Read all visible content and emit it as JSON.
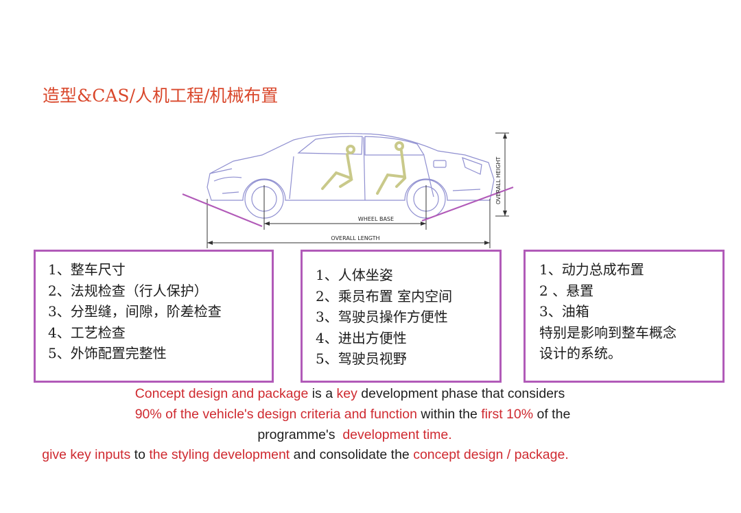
{
  "title": "造型&CAS/人机工程/机械布置",
  "diagram": {
    "labels": {
      "wheel_base": "WHEEL BASE",
      "overall_length": "OVERALL LENGTH",
      "overall_height": "OVERALL HEIGHT"
    },
    "colors": {
      "outline": "#8f8fd0",
      "dimension": "#333333",
      "accent": "#b15ab8",
      "mannequin": "#c9c98a"
    }
  },
  "boxes": [
    {
      "items": [
        "1、整车尺寸",
        "2、法规检查（行人保护）",
        "3、分型缝，间隙，阶差检查",
        "4、工艺检查",
        "5、外饰配置完整性"
      ]
    },
    {
      "items": [
        "1、人体坐姿",
        "2、乘员布置 室内空间",
        "3、驾驶员操作方便性",
        "4、进出方便性",
        "5、驾驶员视野"
      ]
    },
    {
      "items": [
        "1、动力总成布置",
        "2 、悬置",
        "3、油箱",
        " 特别是影响到整车概念",
        "设计的系统。"
      ]
    }
  ],
  "caption": {
    "line1": [
      {
        "text": "Concept design and package",
        "highlight": true
      },
      {
        "text": " is a ",
        "highlight": false
      },
      {
        "text": "key",
        "highlight": true
      },
      {
        "text": " development phase that considers",
        "highlight": false
      }
    ],
    "line2": [
      {
        "text": "90% of the vehicle's design criteria and function",
        "highlight": true
      },
      {
        "text": " within the ",
        "highlight": false
      },
      {
        "text": "first 10%",
        "highlight": true
      },
      {
        "text": " of the",
        "highlight": false
      }
    ],
    "line3": [
      {
        "text": "programme's  ",
        "highlight": false
      },
      {
        "text": "development time.",
        "highlight": true
      }
    ],
    "line4": [
      {
        "text": "give key inputs",
        "highlight": true
      },
      {
        "text": " to ",
        "highlight": false
      },
      {
        "text": "the styling development",
        "highlight": true
      },
      {
        "text": " and consolidate the ",
        "highlight": false
      },
      {
        "text": "concept design / package.",
        "highlight": true
      }
    ]
  },
  "colors": {
    "accent": "#b15ab8",
    "highlight": "#cf2a30",
    "title": "#d9472b",
    "text": "#1e1e1e"
  }
}
